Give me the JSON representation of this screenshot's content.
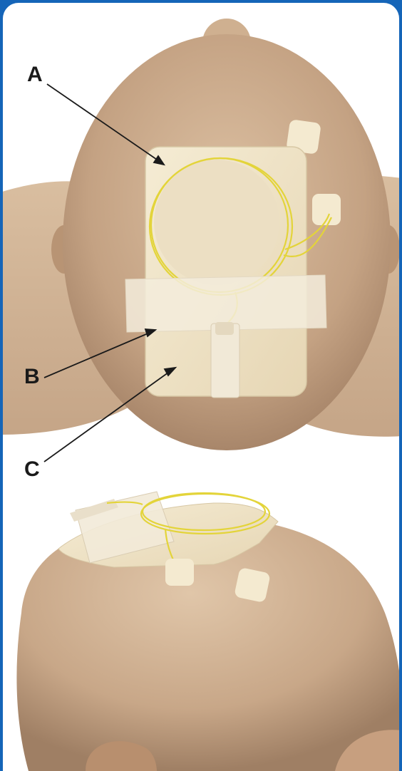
{
  "labels": {
    "a": "A",
    "b": "B",
    "c": "C"
  },
  "colors": {
    "border": "#1565b8",
    "skin": "#c9a98a",
    "pad": "#efe3c6",
    "tape": "#f2ead8",
    "wire": "#e3d43a"
  }
}
